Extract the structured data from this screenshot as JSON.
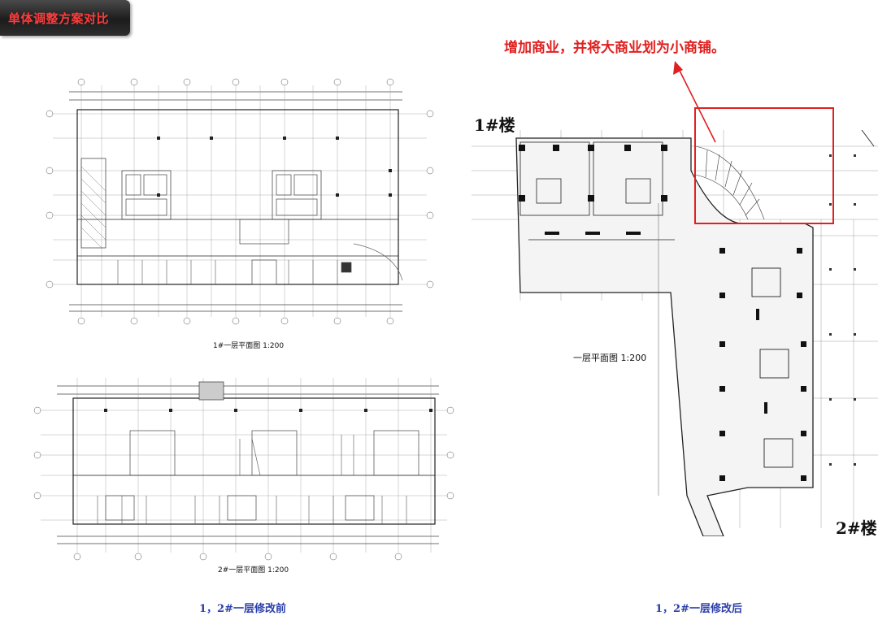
{
  "header": {
    "title": "单体调整方案对比"
  },
  "annotation": {
    "text": "增加商业，并将大商业划为小商铺。"
  },
  "left_top_plan": {
    "name": "1#一层平面图",
    "scale": "1:200"
  },
  "left_bottom_plan": {
    "name": "2#一层平面图",
    "scale": "1:200"
  },
  "right_plan": {
    "name": "一层平面图",
    "scale": "1:200",
    "building_1": "1#楼",
    "building_2": "2#楼"
  },
  "captions": {
    "before": "1，2#一层修改前",
    "after": "1，2#一层修改后"
  },
  "colors": {
    "title_text": "#ff3b3b",
    "annotation": "#e02020",
    "caption": "#2b3fa8",
    "highlight_box": "#e02020"
  }
}
